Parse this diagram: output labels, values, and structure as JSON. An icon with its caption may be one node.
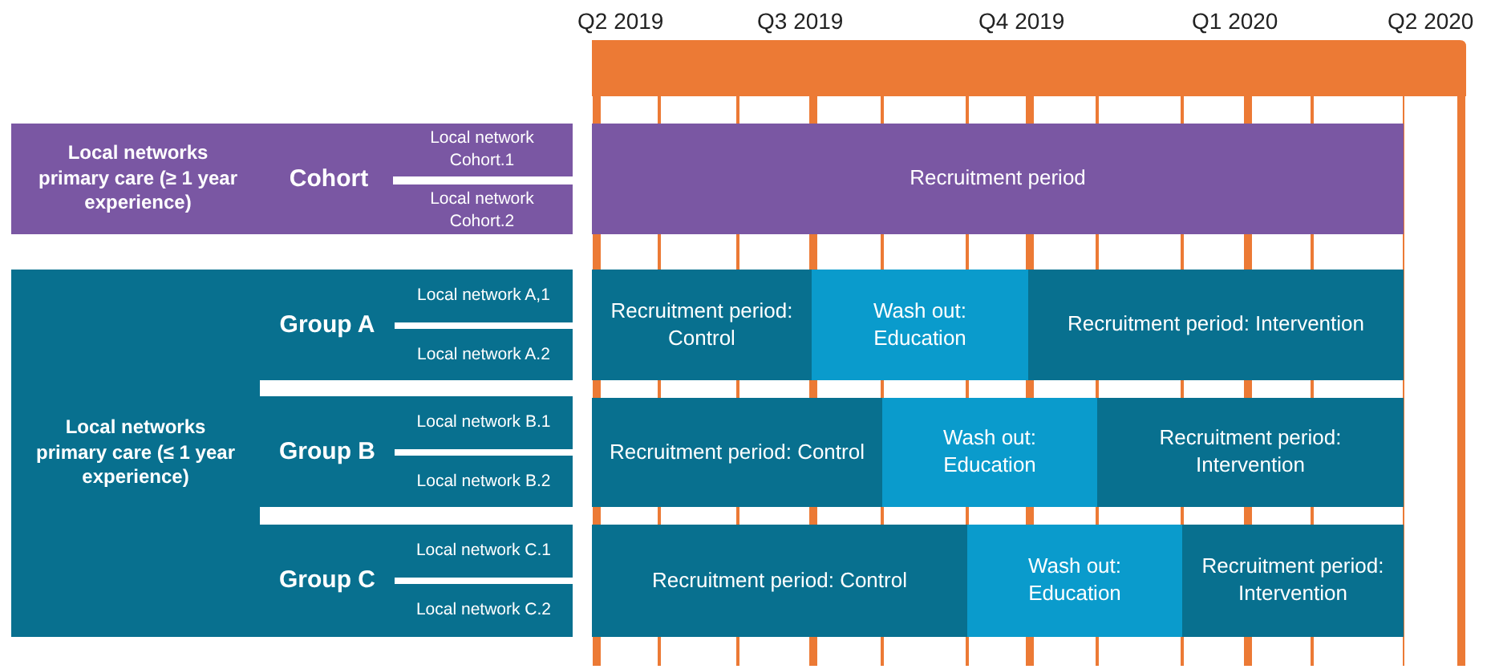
{
  "diagram": {
    "nodes": [
      {
        "text": [
          "Local networks primary care (≥ 1 year experience)",
          "Cohort"
        ]
      },
      {
        "text": [
          "Local network Cohort.1"
        ],
        "in": 0
      },
      {
        "text": [
          "Local network Cohort.2"
        ],
        "in": 0
      },
      {
        "text": [
          "Recruitment period"
        ]
      },
      {
        "text": [
          "Local networks primary care (≤ 1 year experience)"
        ]
      },
      {
        "text": [
          "Group A"
        ],
        "in": 4
      },
      {
        "text": [
          "Local network A,1"
        ],
        "in": 5
      },
      {
        "text": [
          "Local network A.2"
        ],
        "in": 5
      },
      {
        "text": [
          "Group B"
        ],
        "in": 4
      },
      {
        "text": [
          "Local network B.1"
        ],
        "in": 8
      },
      {
        "text": [
          "Local network B.2"
        ],
        "in": 8
      },
      {
        "text": [
          "Group C"
        ],
        "in": 4
      },
      {
        "text": [
          "Local network C.1"
        ],
        "in": 11
      },
      {
        "text": [
          "Local network C.2"
        ],
        "in": 11
      },
      {
        "text": [
          "Recruitment period: Control"
        ]
      },
      {
        "text": [
          "Wash out: Education"
        ]
      },
      {
        "text": [
          "Recruitment period: Intervention"
        ]
      },
      {
        "text": [
          "Recruitment period: Control"
        ]
      },
      {
        "text": [
          "Wash out: Education"
        ]
      },
      {
        "text": [
          "Recruitment period: Intervention"
        ]
      },
      {
        "text": [
          "Recruitment period: Control"
        ]
      },
      {
        "text": [
          "Wash out: Education"
        ]
      },
      {
        "text": [
          "Recruitment period: Intervention"
        ]
      }
    ],
    "labels": [
      "Q2 2019",
      "Q3 2019",
      "Q4 2019",
      "Q1 2020",
      "Q2 2020"
    ]
  }
}
